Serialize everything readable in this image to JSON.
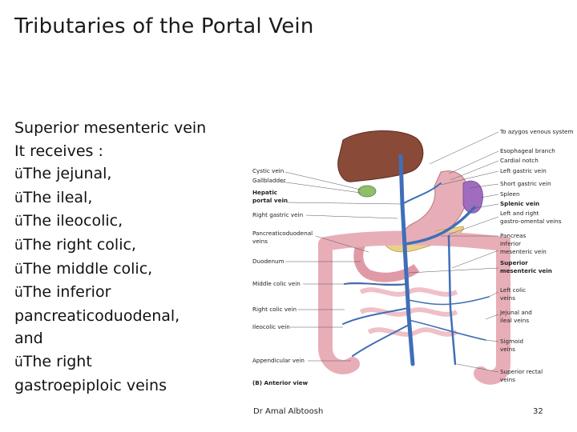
{
  "slide": {
    "title": "Tributaries of the Portal Vein",
    "author": "Dr Amal Albtoosh",
    "page_number": "32"
  },
  "content": {
    "heading": "Superior mesenteric vein",
    "intro": "It receives :",
    "bullet_mark": "ü",
    "items": [
      "The jejunal,",
      "The ileal,",
      "The ileocolic,",
      "The right colic,",
      "The middle colic,",
      "The inferior pancreaticoduodenal, and",
      "The right gastroepiploic veins"
    ]
  },
  "figure": {
    "caption": "(B) Anterior view",
    "labels_left": [
      "Cystic vein",
      "Gallbladder",
      "Hepatic",
      "portal vein",
      "Right gastric vein",
      "Pancreaticoduodenal",
      "veins",
      "Duodenum",
      "Middle colic vein",
      "Right colic vein",
      "Ileocolic vein",
      "Appendicular vein"
    ],
    "labels_right": [
      "To azygos venous system",
      "Esophageal branch",
      "Cardial notch",
      "Left gastric vein",
      "Short gastric vein",
      "Spleen",
      "Splenic vein",
      "Left and right",
      "gastro-omental veins",
      "Pancreas",
      "Inferior",
      "mesenteric vein",
      "Superior",
      "mesenteric vein",
      "Left colic",
      "veins",
      "Jejunal and",
      "ileal veins",
      "Sigmoid",
      "veins",
      "Superior rectal",
      "veins"
    ],
    "colors": {
      "liver": "#8a4a38",
      "intestine": "#e8aeb8",
      "vein": "#3f6fb8",
      "pancreas": "#e8d28a"
    }
  }
}
